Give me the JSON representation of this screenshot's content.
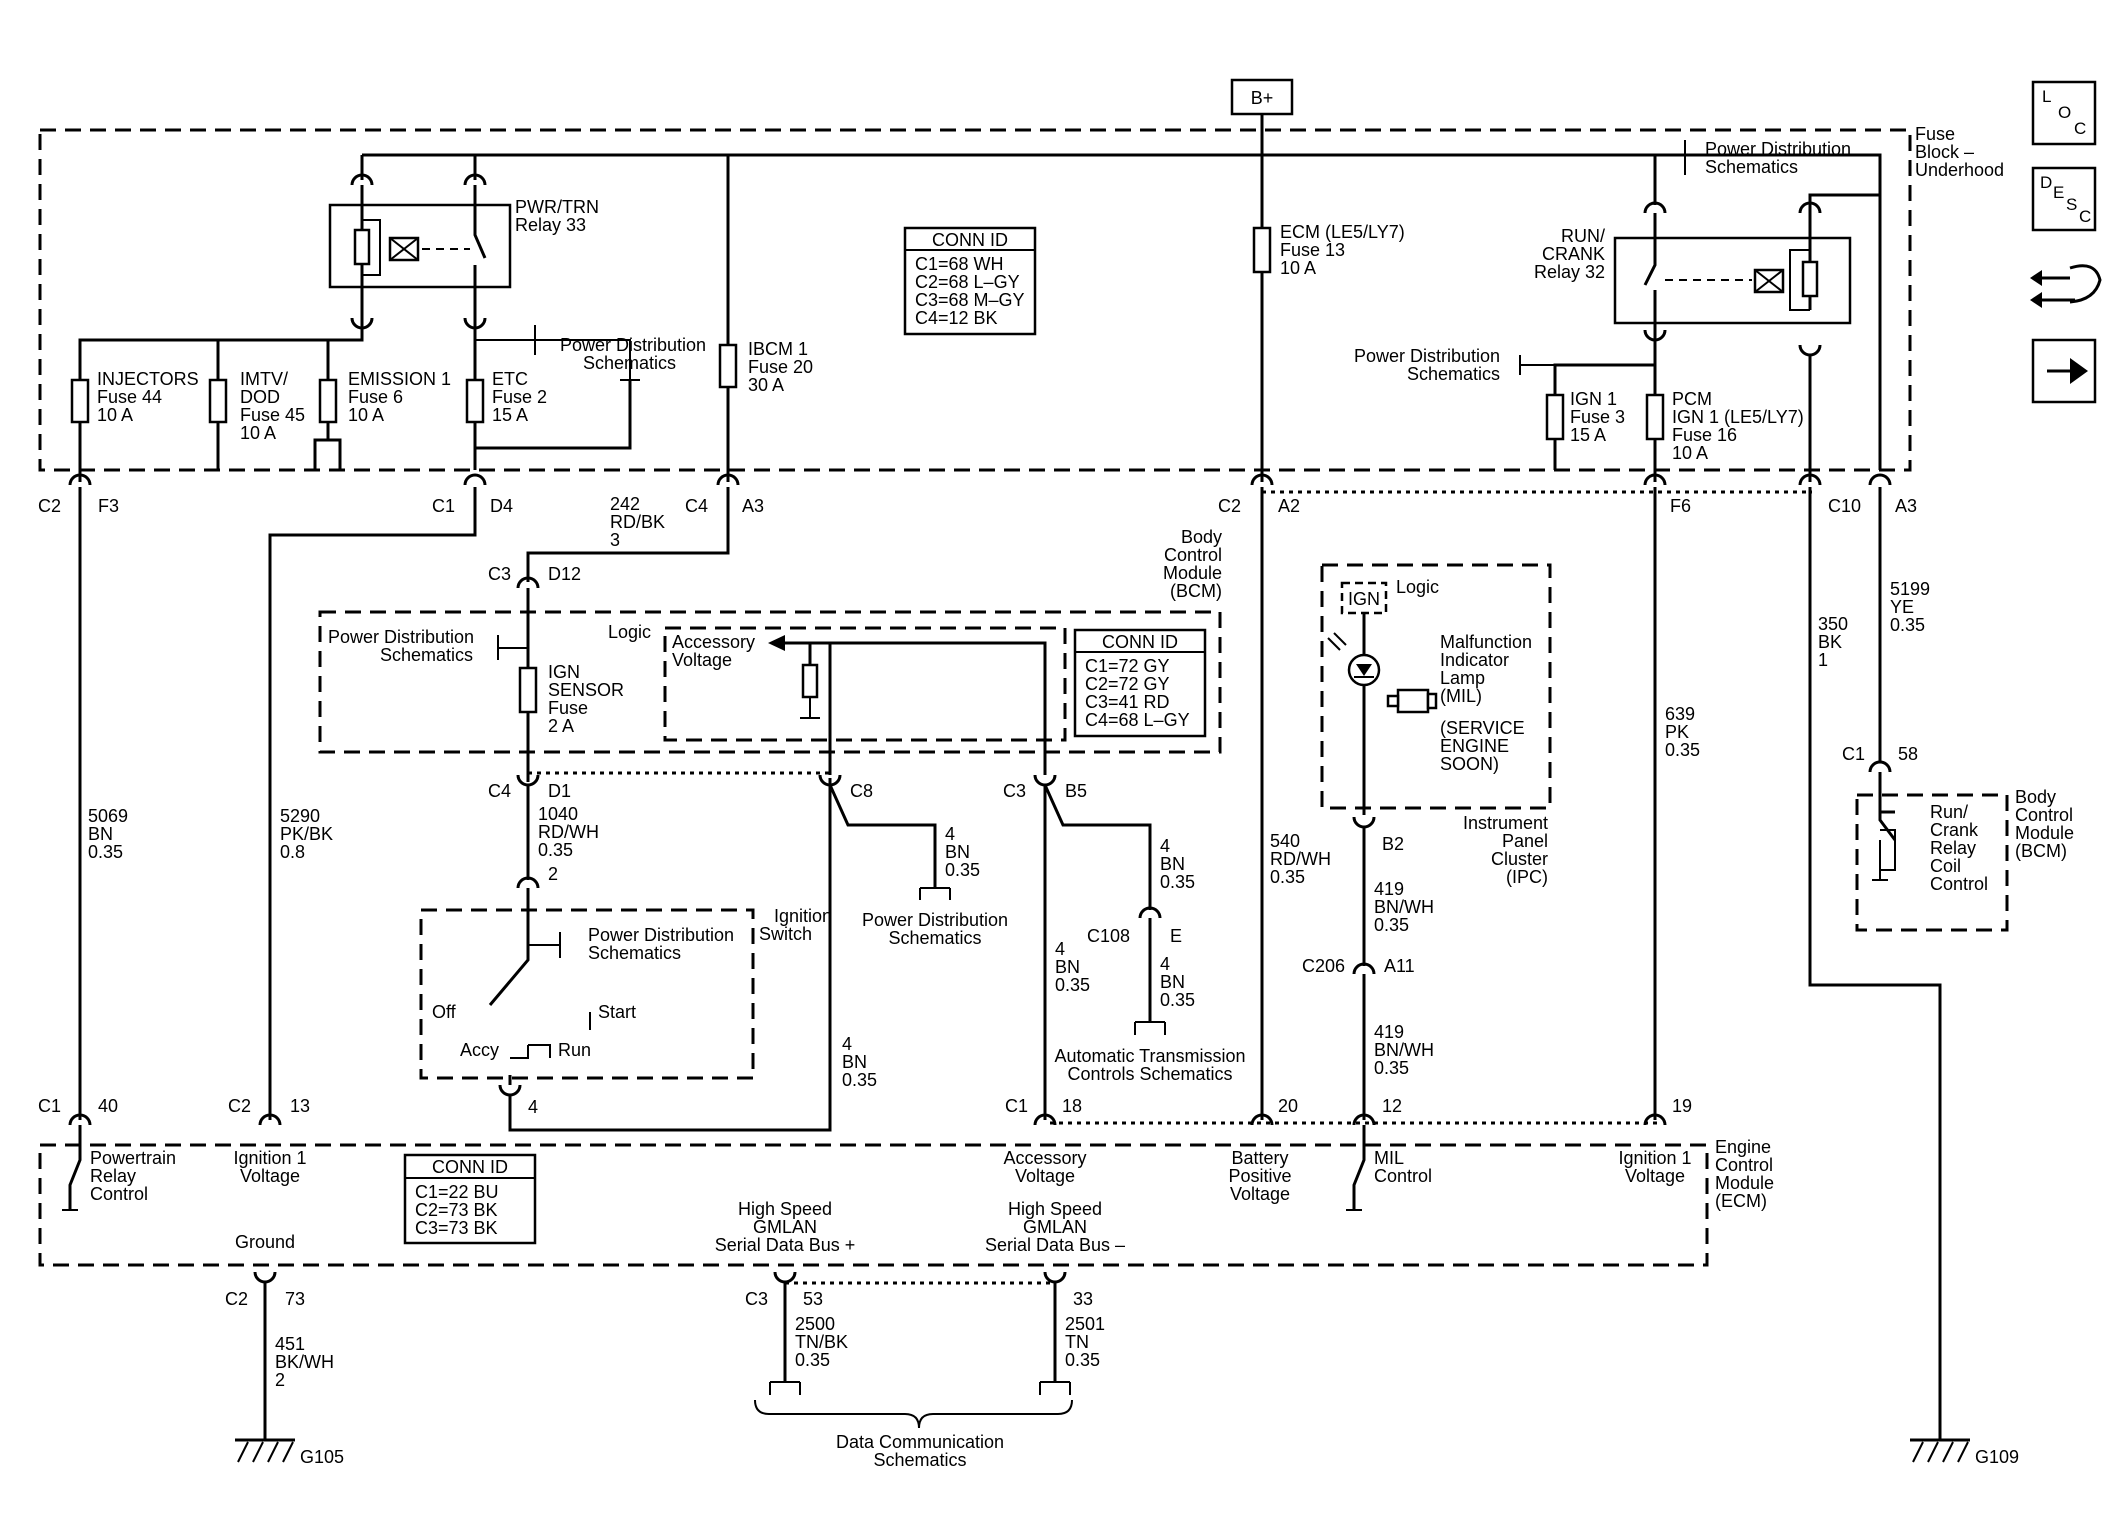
{
  "battery": "B+",
  "fuse_block": [
    "Fuse",
    "Block –",
    "Underhood"
  ],
  "relays": {
    "pwr_trn": [
      "PWR/TRN",
      "Relay 33"
    ],
    "run_crank": [
      "RUN/",
      "CRANK",
      "Relay 32"
    ]
  },
  "fuses": {
    "injectors": [
      "INJECTORS",
      "Fuse 44",
      "10 A"
    ],
    "imtv": [
      "IMTV/",
      "DOD",
      "Fuse 45",
      "10 A"
    ],
    "emission": [
      "EMISSION 1",
      "Fuse 6",
      "10 A"
    ],
    "etc": [
      "ETC",
      "Fuse 2",
      "15 A"
    ],
    "ibcm": [
      "IBCM 1",
      "Fuse 20",
      "30 A"
    ],
    "ecm": [
      "ECM (LE5/LY7)",
      "Fuse 13",
      "10 A"
    ],
    "ign1": [
      "IGN 1",
      "Fuse 3",
      "15 A"
    ],
    "pcm": [
      "PCM",
      "IGN 1 (LE5/LY7)",
      "Fuse 16",
      "10 A"
    ],
    "ign_sensor": [
      "IGN",
      "SENSOR",
      "Fuse",
      "2 A"
    ]
  },
  "power_dist": [
    "Power Distribution",
    "Schematics"
  ],
  "conn_id_title": "CONN ID",
  "conn_fuse": [
    "C1=68 WH",
    "C2=68 L–GY",
    "C3=68 M–GY",
    "C4=12 BK"
  ],
  "conn_bcm": [
    "C1=72 GY",
    "C2=72 GY",
    "C3=41 RD",
    "C4=68 L–GY"
  ],
  "conn_ecm": [
    "C1=22 BU",
    "C2=73 BK",
    "C3=73 BK"
  ],
  "connectors": {
    "c2f3": [
      "C2",
      "F3"
    ],
    "c1d4": [
      "C1",
      "D4"
    ],
    "c4a3": [
      "C4",
      "A3"
    ],
    "c2a2": [
      "C2",
      "A2"
    ],
    "f6": "F6",
    "c10a3": [
      "C10",
      "A3"
    ],
    "c3d12": [
      "C3",
      "D12"
    ],
    "c4d1": [
      "C4",
      "D1"
    ],
    "c8": "C8",
    "c3b5": [
      "C3",
      "B5"
    ],
    "pin2": "2",
    "pin4": "4",
    "c108": [
      "C108",
      "E"
    ],
    "b2": "B2",
    "c206": [
      "C206",
      "A11"
    ],
    "c1_58": [
      "C1",
      "58"
    ],
    "ecm_c1_40": [
      "C1",
      "40"
    ],
    "ecm_c2_13": [
      "C2",
      "13"
    ],
    "ecm_c1_18": [
      "C1",
      "18"
    ],
    "ecm_20": "20",
    "ecm_12": "12",
    "ecm_19": "19",
    "c2_73": [
      "C2",
      "73"
    ],
    "c3_53": [
      "C3",
      "53"
    ],
    "c_33": "33"
  },
  "wires": {
    "w242": [
      "242",
      "RD/BK",
      "3"
    ],
    "w5069": [
      "5069",
      "BN",
      "0.35"
    ],
    "w5290": [
      "5290",
      "PK/BK",
      "0.8"
    ],
    "w1040": [
      "1040",
      "RD/WH",
      "0.35"
    ],
    "w4a": [
      "4",
      "BN",
      "0.35"
    ],
    "w4b": [
      "4",
      "BN",
      "0.35"
    ],
    "w4c": [
      "4",
      "BN",
      "0.35"
    ],
    "w4d": [
      "4",
      "BN",
      "0.35"
    ],
    "w4e": [
      "4",
      "BN",
      "0.35"
    ],
    "w540": [
      "540",
      "RD/WH",
      "0.35"
    ],
    "w419a": [
      "419",
      "BN/WH",
      "0.35"
    ],
    "w419b": [
      "419",
      "BN/WH",
      "0.35"
    ],
    "w639": [
      "639",
      "PK",
      "0.35"
    ],
    "w350": [
      "350",
      "BK",
      "1"
    ],
    "w5199": [
      "5199",
      "YE",
      "0.35"
    ],
    "w451": [
      "451",
      "BK/WH",
      "2"
    ],
    "w2500": [
      "2500",
      "TN/BK",
      "0.35"
    ],
    "w2501": [
      "2501",
      "TN",
      "0.35"
    ]
  },
  "bcm": [
    "Body",
    "Control",
    "Module",
    "(BCM)"
  ],
  "bcm_logic": "Logic",
  "accessory_voltage": [
    "Accessory",
    "Voltage"
  ],
  "ignition_switch": [
    "Ignition",
    "Switch"
  ],
  "switch_positions": {
    "off": "Off",
    "start": "Start",
    "accy": "Accy",
    "run": "Run"
  },
  "ipc": [
    "Instrument",
    "Panel",
    "Cluster",
    "(IPC)"
  ],
  "ipc_ign": "IGN",
  "ipc_logic": "Logic",
  "mil": [
    "Malfunction",
    "Indicator",
    "Lamp",
    "(MIL)",
    "(SERVICE",
    "ENGINE",
    "SOON)"
  ],
  "trans_schem": [
    "Automatic Transmission",
    "Controls Schematics"
  ],
  "data_comm": [
    "Data Communication",
    "Schematics"
  ],
  "bcm_right": [
    "Body",
    "Control",
    "Module",
    "(BCM)"
  ],
  "run_crank_ctrl": [
    "Run/",
    "Crank",
    "Relay",
    "Coil",
    "Control"
  ],
  "ecm": [
    "Engine",
    "Control",
    "Module",
    "(ECM)"
  ],
  "ecm_pins": {
    "pt_relay": [
      "Powertrain",
      "Relay",
      "Control"
    ],
    "ign1v": [
      "Ignition 1",
      "Voltage"
    ],
    "acc_v": [
      "Accessory",
      "Voltage"
    ],
    "bat_v": [
      "Battery",
      "Positive",
      "Voltage"
    ],
    "mil_ctrl": [
      "MIL",
      "Control"
    ],
    "ign1v_b": [
      "Ignition 1",
      "Voltage"
    ],
    "ground": "Ground",
    "hs_plus": [
      "High Speed",
      "GMLAN",
      "Serial Data Bus +"
    ],
    "hs_minus": [
      "High Speed",
      "GMLAN",
      "Serial Data Bus –"
    ]
  },
  "grounds": {
    "g105": "G105",
    "g109": "G109"
  },
  "legend": {
    "loc": [
      "L",
      "O",
      "C"
    ],
    "desc": [
      "D",
      "E",
      "S",
      "C"
    ]
  }
}
